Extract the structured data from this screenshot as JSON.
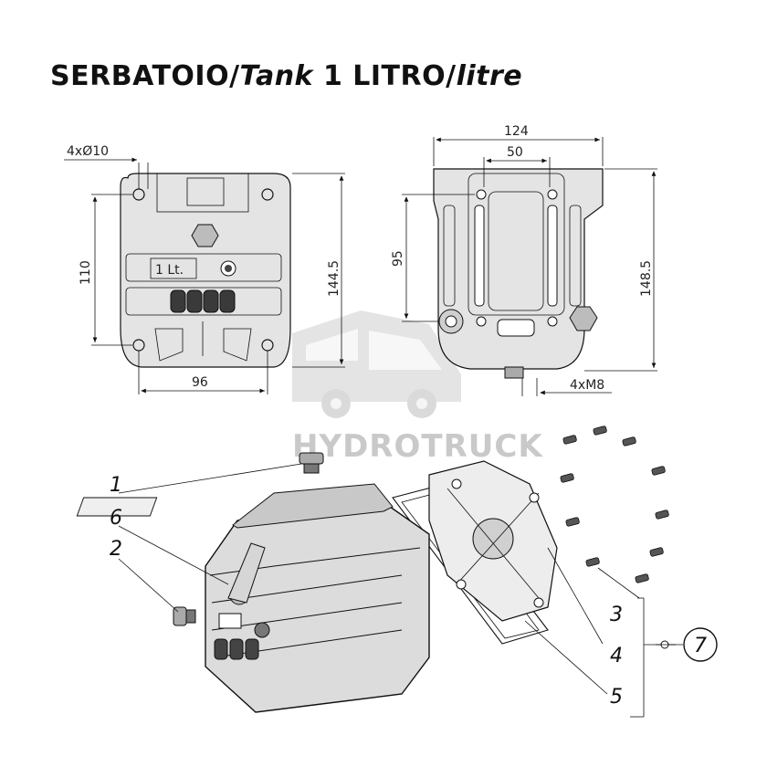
{
  "title": {
    "main": "SERBATOIO/",
    "italic1": "Tank",
    "middle": " 1 LITRO/",
    "italic2": "litre"
  },
  "watermark": {
    "text": "HYDROTRUCK"
  },
  "front_view": {
    "dim_holes": "4xØ10",
    "dim_height_inner": "110",
    "dim_height_total": "144.5",
    "dim_width_bottom": "96",
    "label_capacity": "1 Lt."
  },
  "side_view": {
    "dim_width_top": "124",
    "dim_width_inner": "50",
    "dim_height_inner": "95",
    "dim_height_total": "148.5",
    "dim_thread": "4xM8"
  },
  "callouts": [
    "1",
    "6",
    "2",
    "3",
    "4",
    "5",
    "7"
  ],
  "icons": {
    "truck_watermark": "truck-icon",
    "seal": "seal-icon"
  }
}
